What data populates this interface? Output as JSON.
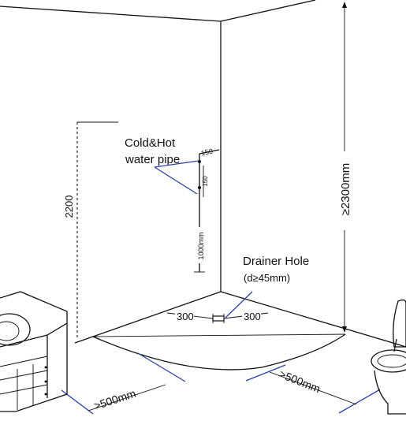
{
  "labels": {
    "cold_hot_line1": "Cold&Hot",
    "cold_hot_line2": "water pipe",
    "drainer_hole": "Drainer Hole",
    "drainer_diameter": "(d≥45mm)",
    "height_total": "≥2300mm",
    "height_left": "2200",
    "pipe_height": "1000mm",
    "dim_150_h": "150",
    "dim_150_v": "150",
    "dim_300_left": "300",
    "dim_300_right": "300",
    "clearance_left": ">500mm",
    "clearance_right": ">500mm"
  },
  "colors": {
    "line": "#111111",
    "accent": "#2b3fa8",
    "background": "#ffffff"
  },
  "icons": [
    "washbasin-cabinet-icon",
    "toilet-icon"
  ]
}
